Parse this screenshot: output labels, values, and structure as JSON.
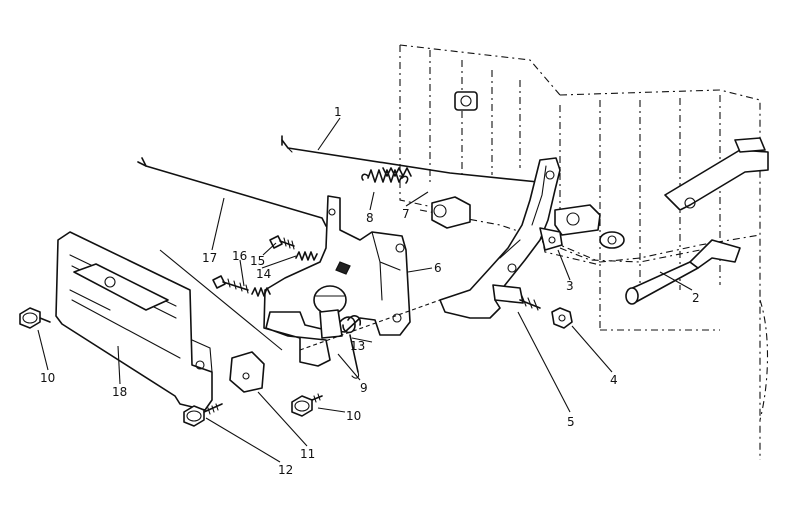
{
  "callouts": [
    {
      "id": "1",
      "label": "1"
    },
    {
      "id": "2",
      "label": "2"
    },
    {
      "id": "3",
      "label": "3"
    },
    {
      "id": "4",
      "label": "4"
    },
    {
      "id": "5",
      "label": "5"
    },
    {
      "id": "6",
      "label": "6"
    },
    {
      "id": "7",
      "label": "7"
    },
    {
      "id": "8",
      "label": "8"
    },
    {
      "id": "9",
      "label": "9"
    },
    {
      "id": "10a",
      "label": "10"
    },
    {
      "id": "10b",
      "label": "10"
    },
    {
      "id": "11",
      "label": "11"
    },
    {
      "id": "12",
      "label": "12"
    },
    {
      "id": "13",
      "label": "13"
    },
    {
      "id": "14",
      "label": "14"
    },
    {
      "id": "15",
      "label": "15"
    },
    {
      "id": "16",
      "label": "16"
    },
    {
      "id": "17",
      "label": "17"
    },
    {
      "id": "18",
      "label": "18"
    }
  ]
}
